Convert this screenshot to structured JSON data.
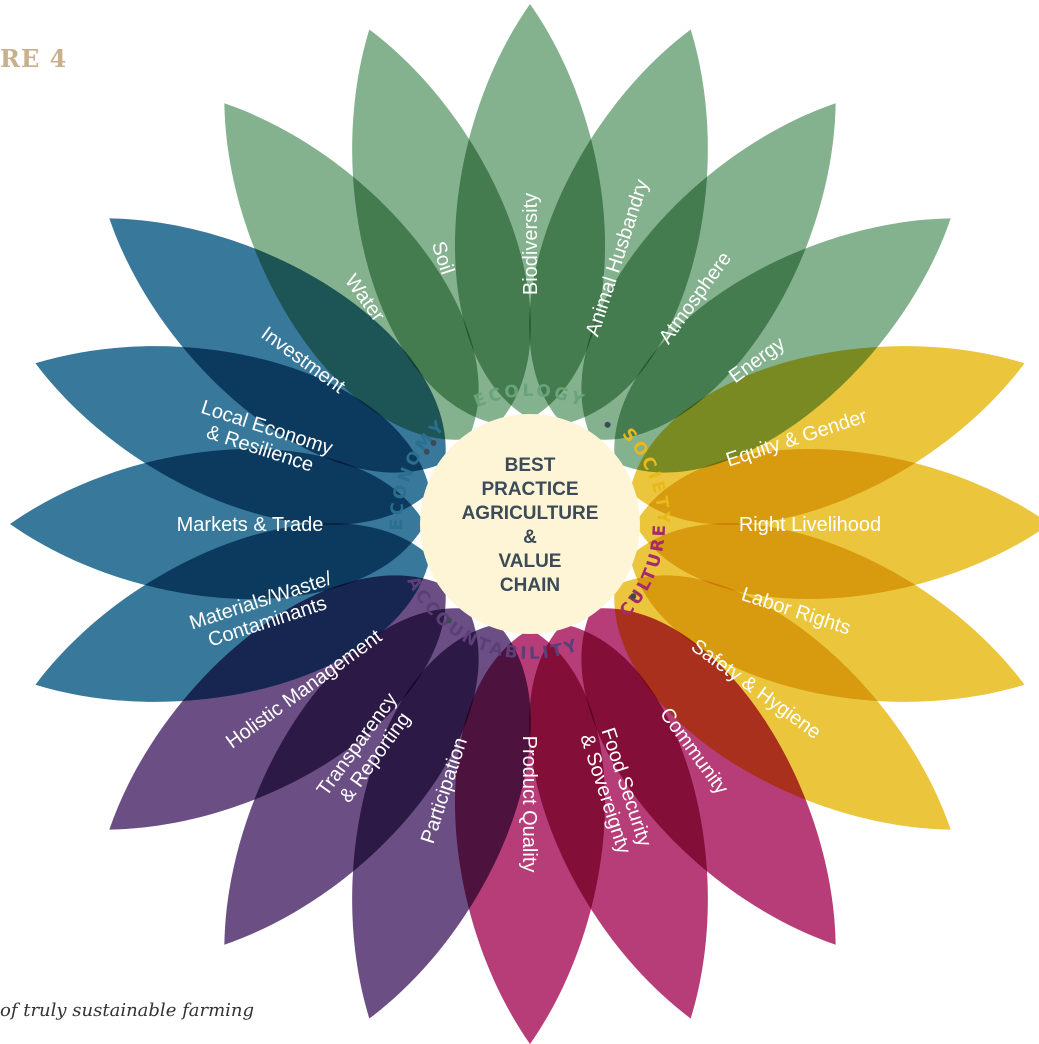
{
  "figure_label": "RE 4",
  "caption": "of truly sustainable farming",
  "center": {
    "lines": [
      "BEST",
      "PRACTICE",
      "AGRICULTURE",
      "&",
      "VALUE",
      "CHAIN"
    ],
    "fill": "#fdf5d6"
  },
  "ring": [
    {
      "key": "ecology",
      "label": "ECOLOGY",
      "color": "#6aa37a",
      "dir": "top"
    },
    {
      "key": "society",
      "label": "SOCIETY",
      "color": "#e8b91a",
      "dir": "top"
    },
    {
      "key": "culture",
      "label": "CULTURE",
      "color": "#a52a6b",
      "dir": "bottom"
    },
    {
      "key": "accountability",
      "label": "ACCOUNTABILITY",
      "color": "#5c3e78",
      "dir": "bottom"
    },
    {
      "key": "economy",
      "label": "ECONOMY",
      "color": "#2a6f8f",
      "dir": "top"
    }
  ],
  "ring_separator_color": "#3d4a58",
  "petals": [
    {
      "lines": [
        "Biodiversity"
      ],
      "group": "ecology"
    },
    {
      "lines": [
        "Animal Husbandry"
      ],
      "group": "ecology"
    },
    {
      "lines": [
        "Atmosphere"
      ],
      "group": "ecology"
    },
    {
      "lines": [
        "Energy"
      ],
      "group": "ecology"
    },
    {
      "lines": [
        "Equity & Gender"
      ],
      "group": "society"
    },
    {
      "lines": [
        "Right Livelihood"
      ],
      "group": "society"
    },
    {
      "lines": [
        "Labor Rights"
      ],
      "group": "society"
    },
    {
      "lines": [
        "Safety & Hygiene"
      ],
      "group": "society"
    },
    {
      "lines": [
        "Community"
      ],
      "group": "culture"
    },
    {
      "lines": [
        "Food Security",
        "& Sovereignty"
      ],
      "group": "culture"
    },
    {
      "lines": [
        "Product Quality"
      ],
      "group": "culture"
    },
    {
      "lines": [
        "Participation"
      ],
      "group": "accountability"
    },
    {
      "lines": [
        "Transparency",
        "& Reporting"
      ],
      "group": "accountability"
    },
    {
      "lines": [
        "Holistic Management"
      ],
      "group": "accountability"
    },
    {
      "lines": [
        "Materials/Waste/",
        "Contaminants"
      ],
      "group": "economy"
    },
    {
      "lines": [
        "Markets & Trade"
      ],
      "group": "economy"
    },
    {
      "lines": [
        "Local Economy",
        "& Resilience"
      ],
      "group": "economy"
    },
    {
      "lines": [
        "Investment"
      ],
      "group": "economy"
    },
    {
      "lines": [
        "Water"
      ],
      "group": "ecology"
    },
    {
      "lines": [
        "Soil"
      ],
      "group": "ecology"
    }
  ],
  "colors": {
    "ecology": "#7aab84",
    "society": "#e9c12b",
    "culture": "#b12d6d",
    "accountability": "#5e4079",
    "economy": "#266d92"
  }
}
